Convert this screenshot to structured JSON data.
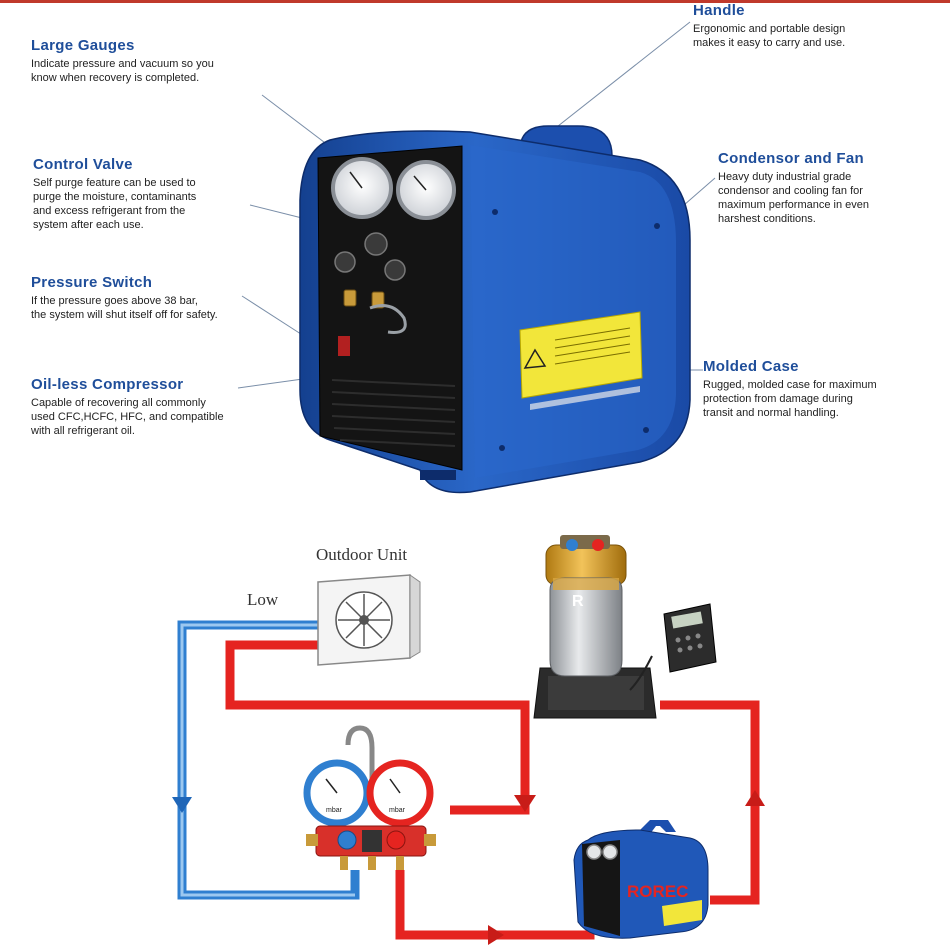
{
  "features": {
    "large_gauges": {
      "title": "Large Gauges",
      "desc": "Indicate pressure and vacuum so  you\nknow when recovery is completed."
    },
    "control_valve": {
      "title": "Control Valve",
      "desc": "Self purge feature can be used to\npurge the moisture, contaminants\nand excess refrigerant from the\nsystem after each use."
    },
    "pressure_switch": {
      "title": "Pressure Switch",
      "desc": "If the pressure goes above 38 bar,\nthe system will shut itself off for safety."
    },
    "oilless_compressor": {
      "title": "Oil-less Compressor",
      "desc": "Capable of recovering all commonly\nused CFC,HCFC, HFC, and compatible\nwith all refrigerant oil."
    },
    "handle": {
      "title": "Handle",
      "desc": "Ergonomic and portable design\nmakes it easy to carry and use."
    },
    "condensor_fan": {
      "title": "Condensor and Fan",
      "desc": "Heavy duty industrial grade\ncondensor and cooling fan for\nmaximum performance in even\nharshest conditions."
    },
    "molded_case": {
      "title": "Molded Case",
      "desc": "Rugged, molded case for maximum\nprotection from damage during\ntransit and normal handling."
    }
  },
  "diagram": {
    "outdoor_unit_label": "Outdoor Unit",
    "low_label": "Low",
    "cylinder_letter": "R",
    "gauge_unit": "mbar",
    "machine_label": "ROREC"
  },
  "colors": {
    "title_blue": "#1f4e9a",
    "pipe_blue": "#2f7fd0",
    "pipe_red": "#e52420",
    "case_blue": "#2058b8"
  }
}
